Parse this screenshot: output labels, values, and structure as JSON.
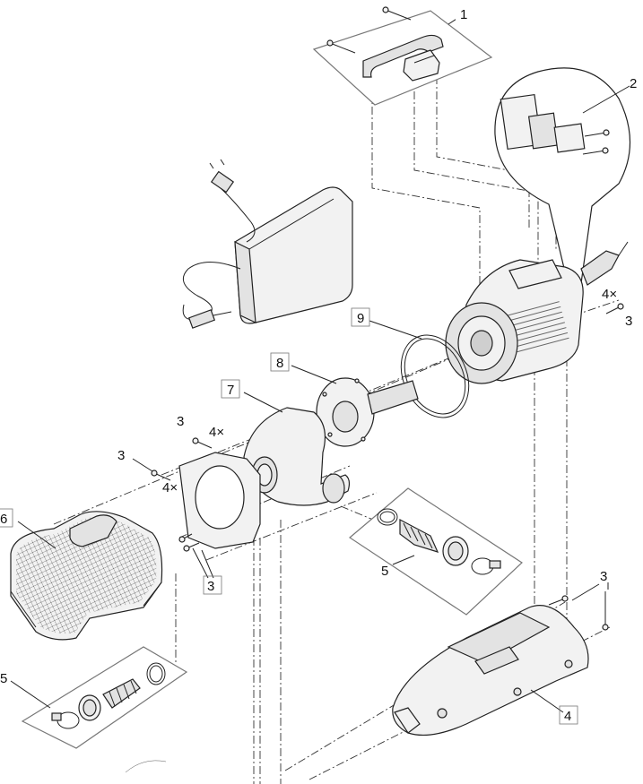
{
  "callouts": {
    "c1": "1",
    "c2": "2",
    "c3": "3",
    "c4": "4",
    "c5": "5",
    "c6": "6",
    "c7": "7",
    "c8": "8",
    "c9": "9",
    "qty4x": "4×"
  }
}
